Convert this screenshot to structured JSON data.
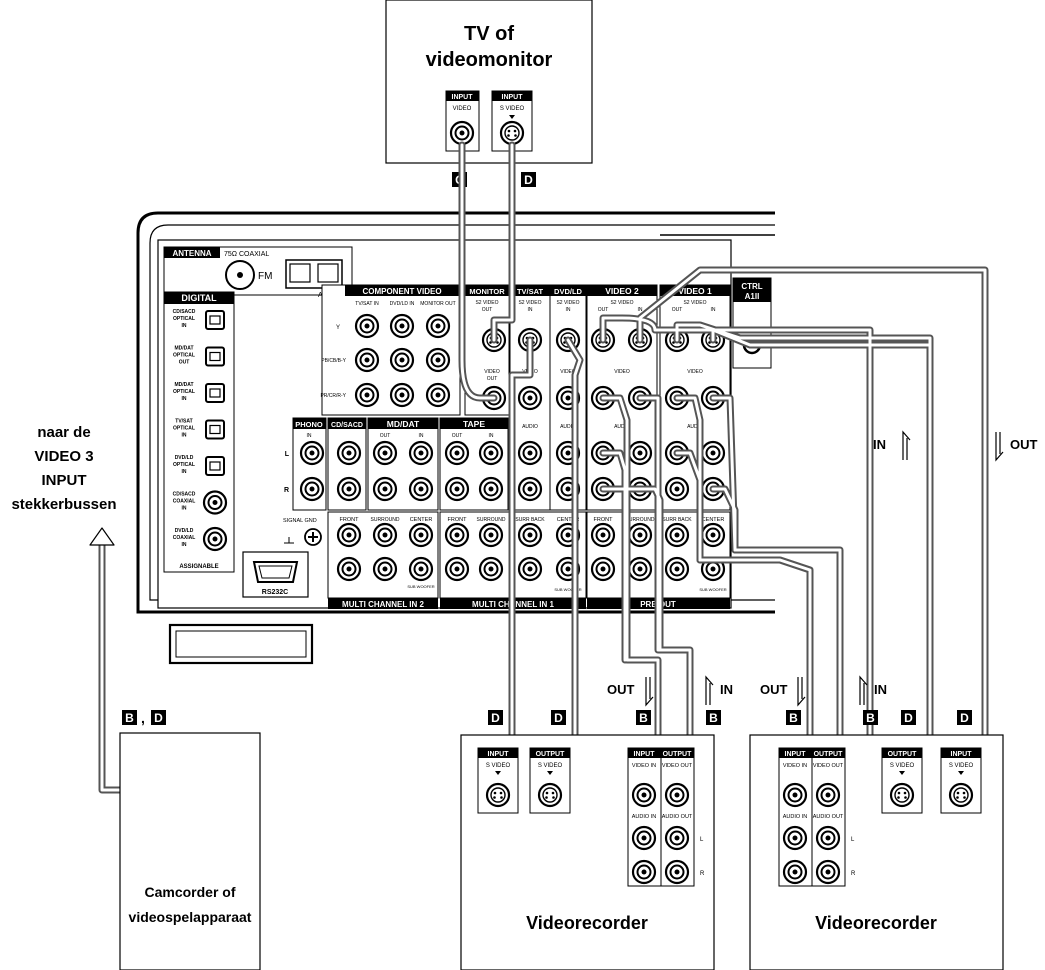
{
  "tv": {
    "title_line1": "TV of",
    "title_line2": "videomonitor",
    "input_video": {
      "tag": "INPUT",
      "label": "VIDEO"
    },
    "input_svideo": {
      "tag": "INPUT",
      "label": "S VIDEO"
    },
    "cable_c": "C",
    "cable_d": "D"
  },
  "side_note": {
    "line1": "naar de",
    "line2": "VIDEO 3",
    "line3": "INPUT",
    "line4": "stekkerbussen"
  },
  "camcorder": {
    "line1": "Camcorder of",
    "line2": "videospelapparaat",
    "cable_b": "B",
    "sep": ",",
    "cable_d": "D"
  },
  "receiver": {
    "antenna": "ANTENNA",
    "coaxial": "75Ω COAXIAL",
    "fm": "FM",
    "am": "AM",
    "digital": "DIGITAL",
    "assignable": "ASSIGNABLE",
    "digital_jacks": [
      {
        "l1": "CD/SACD",
        "l2": "OPTICAL",
        "l3": "IN"
      },
      {
        "l1": "MD/DAT",
        "l2": "OPTICAL",
        "l3": "OUT"
      },
      {
        "l1": "MD/DAT",
        "l2": "OPTICAL",
        "l3": "IN"
      },
      {
        "l1": "TV/SAT",
        "l2": "OPTICAL",
        "l3": "IN"
      },
      {
        "l1": "DVD/LD",
        "l2": "OPTICAL",
        "l3": "IN"
      },
      {
        "l1": "CD/SACD",
        "l2": "COAXIAL",
        "l3": "IN"
      },
      {
        "l1": "DVD/LD",
        "l2": "COAXIAL",
        "l3": "IN"
      }
    ],
    "component_video": "COMPONENT VIDEO",
    "comp_cols": [
      "TV/SAT IN",
      "DVD/LD IN",
      "MONITOR OUT"
    ],
    "comp_rows": [
      "Y",
      "PB/CB/B-Y",
      "PR/CR/R-Y"
    ],
    "monitor": "MONITOR",
    "tvsat": "TV/SAT",
    "dvdld": "DVD/LD",
    "video2": "VIDEO 2",
    "video1": "VIDEO 1",
    "ctrl": "CTRL",
    "ctrl2": "A1II",
    "s2video": "S2 VIDEO",
    "out": "OUT",
    "in": "IN",
    "video": "VIDEO",
    "audio": "AUDIO",
    "phono": "PHONO",
    "cdsacd": "CD/SACD",
    "mddat": "MD/DAT",
    "tape": "TAPE",
    "l": "L",
    "r": "R",
    "signal_gnd": "SIGNAL GND",
    "front": "FRONT",
    "surround": "SURROUND",
    "center": "CENTER",
    "surr_back": "SURR BACK",
    "sub_woofer": "SUB WOOFER",
    "rs232c": "RS232C",
    "multi2": "MULTI CHANNEL IN 2",
    "multi1": "MULTI CHANNEL IN 1",
    "preout": "PRE OUT"
  },
  "vcr1": {
    "title": "Videorecorder",
    "labels": {
      "out": "OUT",
      "in": "IN"
    },
    "cables": [
      "D",
      "D",
      "B",
      "B"
    ],
    "input": "INPUT",
    "output": "OUTPUT",
    "svideo": "S VIDEO",
    "video_in": "VIDEO IN",
    "video_out": "VIDEO OUT",
    "audio_in": "AUDIO IN",
    "audio_out": "AUDIO OUT",
    "l": "L",
    "r": "R"
  },
  "vcr2": {
    "title": "Videorecorder",
    "labels": {
      "out": "OUT",
      "in": "IN"
    },
    "cables": [
      "B",
      "B",
      "D",
      "D"
    ],
    "input": "INPUT",
    "output": "OUTPUT",
    "svideo": "S VIDEO",
    "l": "L",
    "r": "R"
  },
  "in_label": "IN",
  "out_label": "OUT"
}
